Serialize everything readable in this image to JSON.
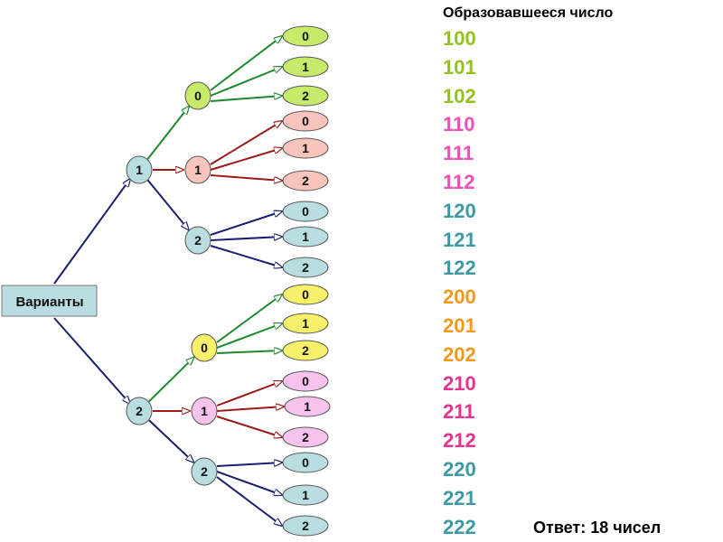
{
  "root_label": "Варианты",
  "numbers_header": "Образовавшееся число",
  "answer": "Ответ: 18 чисел",
  "colors": {
    "l1_node": "#b9dde0",
    "blue_edge": "#1a1f6e",
    "green_edge": "#1b8a2a",
    "red_edge": "#9a1a1a",
    "yellow_fill": "#f7f06a",
    "lime_fill": "#c6eb6a",
    "salmon_fill": "#f9c4bc",
    "pink_fill": "#f7c2ec"
  },
  "tree": [
    {
      "digit": "1",
      "children": [
        {
          "digit": "0",
          "leaves": [
            "0",
            "1",
            "2"
          ]
        },
        {
          "digit": "1",
          "leaves": [
            "0",
            "1",
            "2"
          ]
        },
        {
          "digit": "2",
          "leaves": [
            "0",
            "1",
            "2"
          ]
        }
      ]
    },
    {
      "digit": "2",
      "children": [
        {
          "digit": "0",
          "leaves": [
            "0",
            "1",
            "2"
          ]
        },
        {
          "digit": "1",
          "leaves": [
            "0",
            "1",
            "2"
          ]
        },
        {
          "digit": "2",
          "leaves": [
            "0",
            "1",
            "2"
          ]
        }
      ]
    }
  ],
  "numbers": [
    {
      "text": "100",
      "color": "#94c11f"
    },
    {
      "text": "101",
      "color": "#94c11f"
    },
    {
      "text": "102",
      "color": "#94c11f"
    },
    {
      "text": "110",
      "color": "#ef4fb8"
    },
    {
      "text": "111",
      "color": "#ef4fb8"
    },
    {
      "text": "112",
      "color": "#ef4fb8"
    },
    {
      "text": "120",
      "color": "#3b9aa3"
    },
    {
      "text": "121",
      "color": "#3b9aa3"
    },
    {
      "text": "122",
      "color": "#3b9aa3"
    },
    {
      "text": "200",
      "color": "#f39a1e"
    },
    {
      "text": "201",
      "color": "#f39a1e"
    },
    {
      "text": "202",
      "color": "#f39a1e"
    },
    {
      "text": "210",
      "color": "#e8338d"
    },
    {
      "text": "211",
      "color": "#e8338d"
    },
    {
      "text": "212",
      "color": "#e8338d"
    },
    {
      "text": "220",
      "color": "#3b9aa3"
    },
    {
      "text": "221",
      "color": "#3b9aa3"
    },
    {
      "text": "222",
      "color": "#3b9aa3"
    }
  ]
}
